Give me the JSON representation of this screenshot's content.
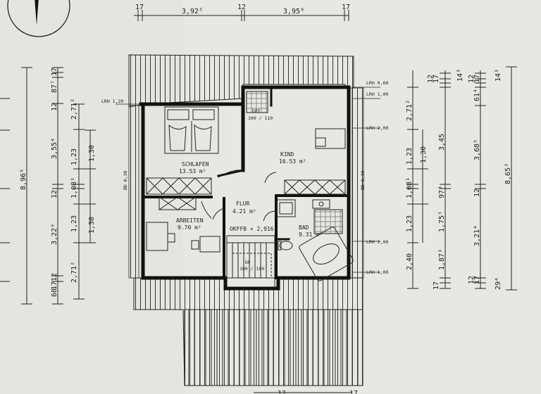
{
  "rooms": [
    {
      "name": "SCHLAFEN",
      "area": "13.53 m²"
    },
    {
      "name": "KIND",
      "area": "16.53 m²"
    },
    {
      "name": "FLUR",
      "area": "4.21 m²"
    },
    {
      "name": "ARBEITEN",
      "area": "9.70 m²"
    },
    {
      "name": "BAD",
      "area": "9.31 m²"
    }
  ],
  "markers": {
    "okffb": "OKFFB + 2,916",
    "dff_top": "DFF",
    "dff_top_size": "100 / 110",
    "dff_stair": "DF",
    "dff_stair_size": "100 / 100",
    "lrh_120": "LRH 1,20",
    "lrh_060": "LRH 0,60",
    "lrh_100": "LRH 1,00",
    "lrh_200": "LRH 2,00",
    "lrh_200b": "LRH 2,00",
    "lrh_100b": "LRH 1,00",
    "bd_left": "BD 0,30",
    "bd_right": "BD 0,30"
  },
  "dims_top": {
    "edge_left": "17",
    "span1": "3,92⁵",
    "mid": "12",
    "span2": "3,95⁶",
    "edge_right": "17"
  },
  "dims_left": {
    "total": "8,96⁶",
    "a1": "12",
    "a2": "87⁷",
    "a3": "17",
    "b1": "2,71²",
    "b2": "3,55⁴",
    "b3": "12",
    "b4": "3,22⁹",
    "b5": "2,71²",
    "c1": "1,23",
    "c2": "1,08¹",
    "c3": "1,23",
    "d1": "1,30",
    "d2": "1,30",
    "e1": "17",
    "e2": "60",
    "e3": "12"
  },
  "dims_right": {
    "total": "8,65³",
    "a1": "12",
    "a2": "17",
    "a3": "12",
    "a4": "17",
    "a5": "14³",
    "a6": "61⁴",
    "a7": "14³",
    "b1": "2,71²",
    "b2": "1,23",
    "b3": "1,08¹",
    "b4": "1,23",
    "b5": "2,40",
    "c1": "1,30",
    "c2": "97³",
    "c3": "1,75⁵",
    "c4": "1,87³",
    "d1": "3,45",
    "d2": "3,68⁹",
    "d3": "12",
    "d4": "3,21⁴",
    "e1": "17",
    "e2": "12",
    "e3": "17",
    "e4": "29⁴"
  },
  "dims_bottom": {
    "mid": "12",
    "edge_right": "17"
  },
  "colors": {
    "paper": "#e9e7e2",
    "ink": "#1e1e1e",
    "wall": "#111111"
  }
}
